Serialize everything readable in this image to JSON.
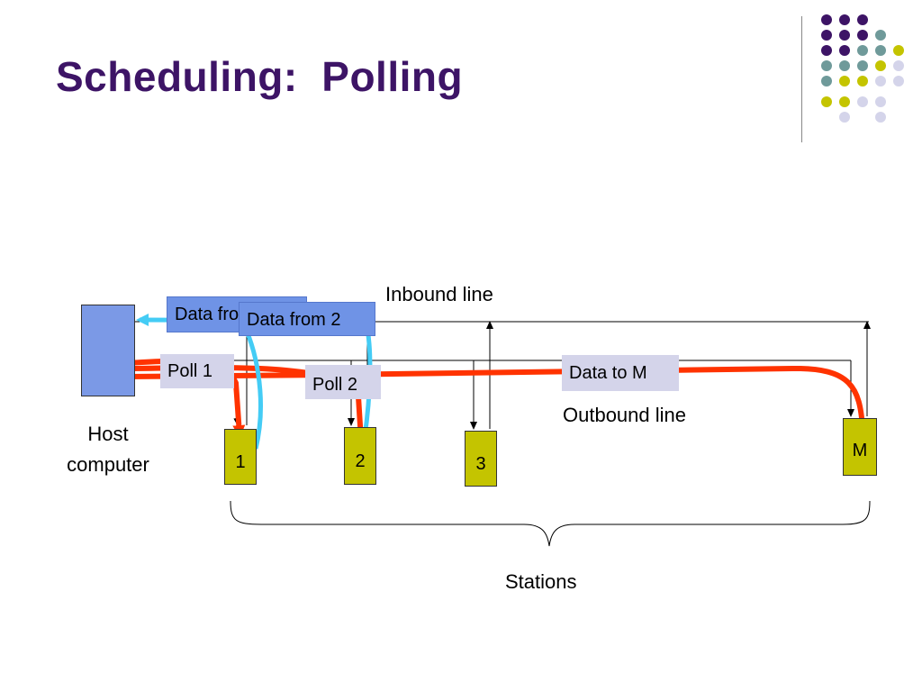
{
  "title": "Scheduling:  Polling",
  "host": {
    "label_line1": "Host",
    "label_line2": "computer"
  },
  "lines": {
    "inbound": "Inbound line",
    "outbound": "Outbound line"
  },
  "messages": {
    "data_from_1": "Data from 1",
    "data_from_2": "Data from 2",
    "poll_1": "Poll 1",
    "poll_2": "Poll 2",
    "data_to_m": "Data to M"
  },
  "stations": {
    "s1": "1",
    "s2": "2",
    "s3": "3",
    "sm": "M",
    "brace_label": "Stations"
  },
  "colors": {
    "title": "#3d1466",
    "host_box": "#7b99e6",
    "station": "#c4c400",
    "poll_arrow": "#ff3300",
    "data_arrow": "#44ccf5",
    "tag_blue": "#6f93e6",
    "tag_lavender": "#d4d4ea",
    "dot_purple": "#3d1466",
    "dot_teal": "#6f9a9a",
    "dot_olive": "#c4c400",
    "dot_lavender": "#d4d4ea"
  }
}
